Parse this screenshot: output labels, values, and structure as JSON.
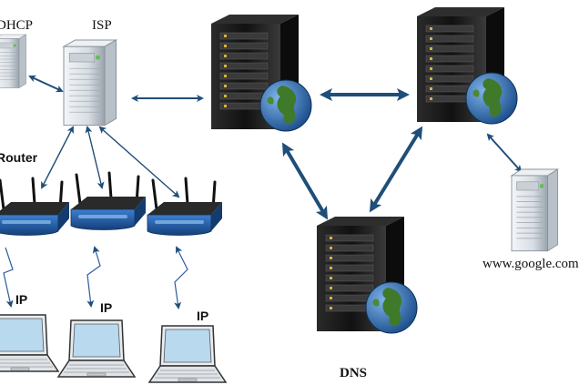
{
  "labels": {
    "dhcp": "DHCP",
    "isp": "ISP",
    "router": "Router",
    "ip_1": "IP",
    "ip_2": "IP",
    "ip_3": "IP",
    "dns": "DNS",
    "google": "www.google.com"
  },
  "nodes": {
    "dhcp_server": "server-tower-icon",
    "isp_server": "server-tower-icon",
    "core_server_left": "rack-server-globe-icon",
    "core_server_right": "rack-server-globe-icon",
    "dns_server": "rack-server-globe-icon",
    "google_server": "server-tower-icon",
    "routers": [
      "wifi-router-icon",
      "wifi-router-icon",
      "wifi-router-icon"
    ],
    "laptops": [
      "laptop-icon",
      "laptop-icon",
      "laptop-icon"
    ]
  },
  "colors": {
    "connection_arrow": "#1f4e79",
    "wireless_link": "#2c5aa0",
    "rack_body": "#1a1a1a",
    "router_body": "#1f5fa8",
    "globe_ocean": "#2a6db3",
    "globe_land": "#3e7a2a"
  }
}
